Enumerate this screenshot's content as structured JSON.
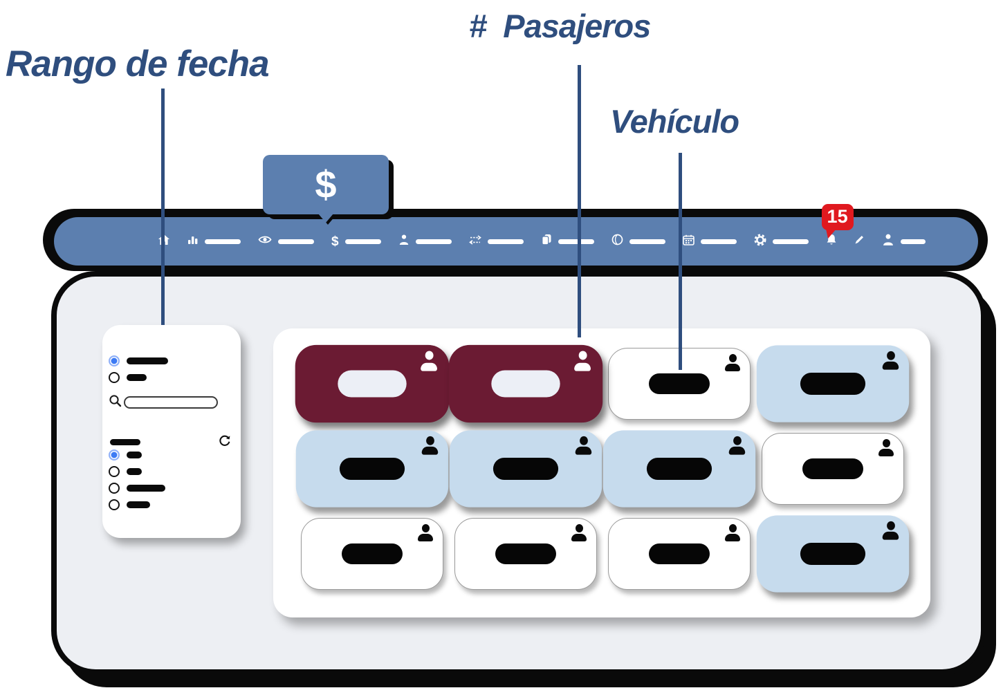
{
  "annotations": {
    "date_range": {
      "label": "Rango de fecha"
    },
    "passengers": {
      "label": "#  Pasajeros"
    },
    "vehicle": {
      "label": "Vehículo"
    }
  },
  "price_tooltip": {
    "symbol": "$"
  },
  "navbar": {
    "dollar_symbol": "$",
    "notification_count": "15",
    "items": [
      "home",
      "bar-chart",
      "eye",
      "dollar",
      "user",
      "transfer",
      "copy",
      "globe",
      "calendar",
      "gear",
      "bell",
      "pencil",
      "account"
    ]
  },
  "sidebar": {
    "search": {
      "value": "",
      "placeholder": ""
    },
    "radio_group_top": [
      {
        "state": "on",
        "length": "xl"
      },
      {
        "state": "off",
        "length": "sm"
      }
    ],
    "radio_group_bottom": [
      {
        "state": "on",
        "length": "xs"
      },
      {
        "state": "off",
        "length": "xs"
      },
      {
        "state": "off",
        "length": "lg"
      },
      {
        "state": "off",
        "length": "md"
      }
    ]
  },
  "cards_grid": [
    {
      "variant": "maroon"
    },
    {
      "variant": "maroon"
    },
    {
      "variant": "white"
    },
    {
      "variant": "blue"
    },
    {
      "variant": "blue"
    },
    {
      "variant": "blue"
    },
    {
      "variant": "blue"
    },
    {
      "variant": "white"
    },
    {
      "variant": "white"
    },
    {
      "variant": "white"
    },
    {
      "variant": "white"
    },
    {
      "variant": "blue"
    }
  ],
  "colors": {
    "navy": "#2F4E7E",
    "bar_blue": "#5C7FAF",
    "maroon": "#6B1B33",
    "card_blue": "#C6DBED",
    "badge_red": "#E0191F",
    "radio_blue": "#3D7BF4",
    "panel_gray": "#EDEFF3",
    "pill_light": "#ECEFF6",
    "ink": "#0A0A0A"
  }
}
